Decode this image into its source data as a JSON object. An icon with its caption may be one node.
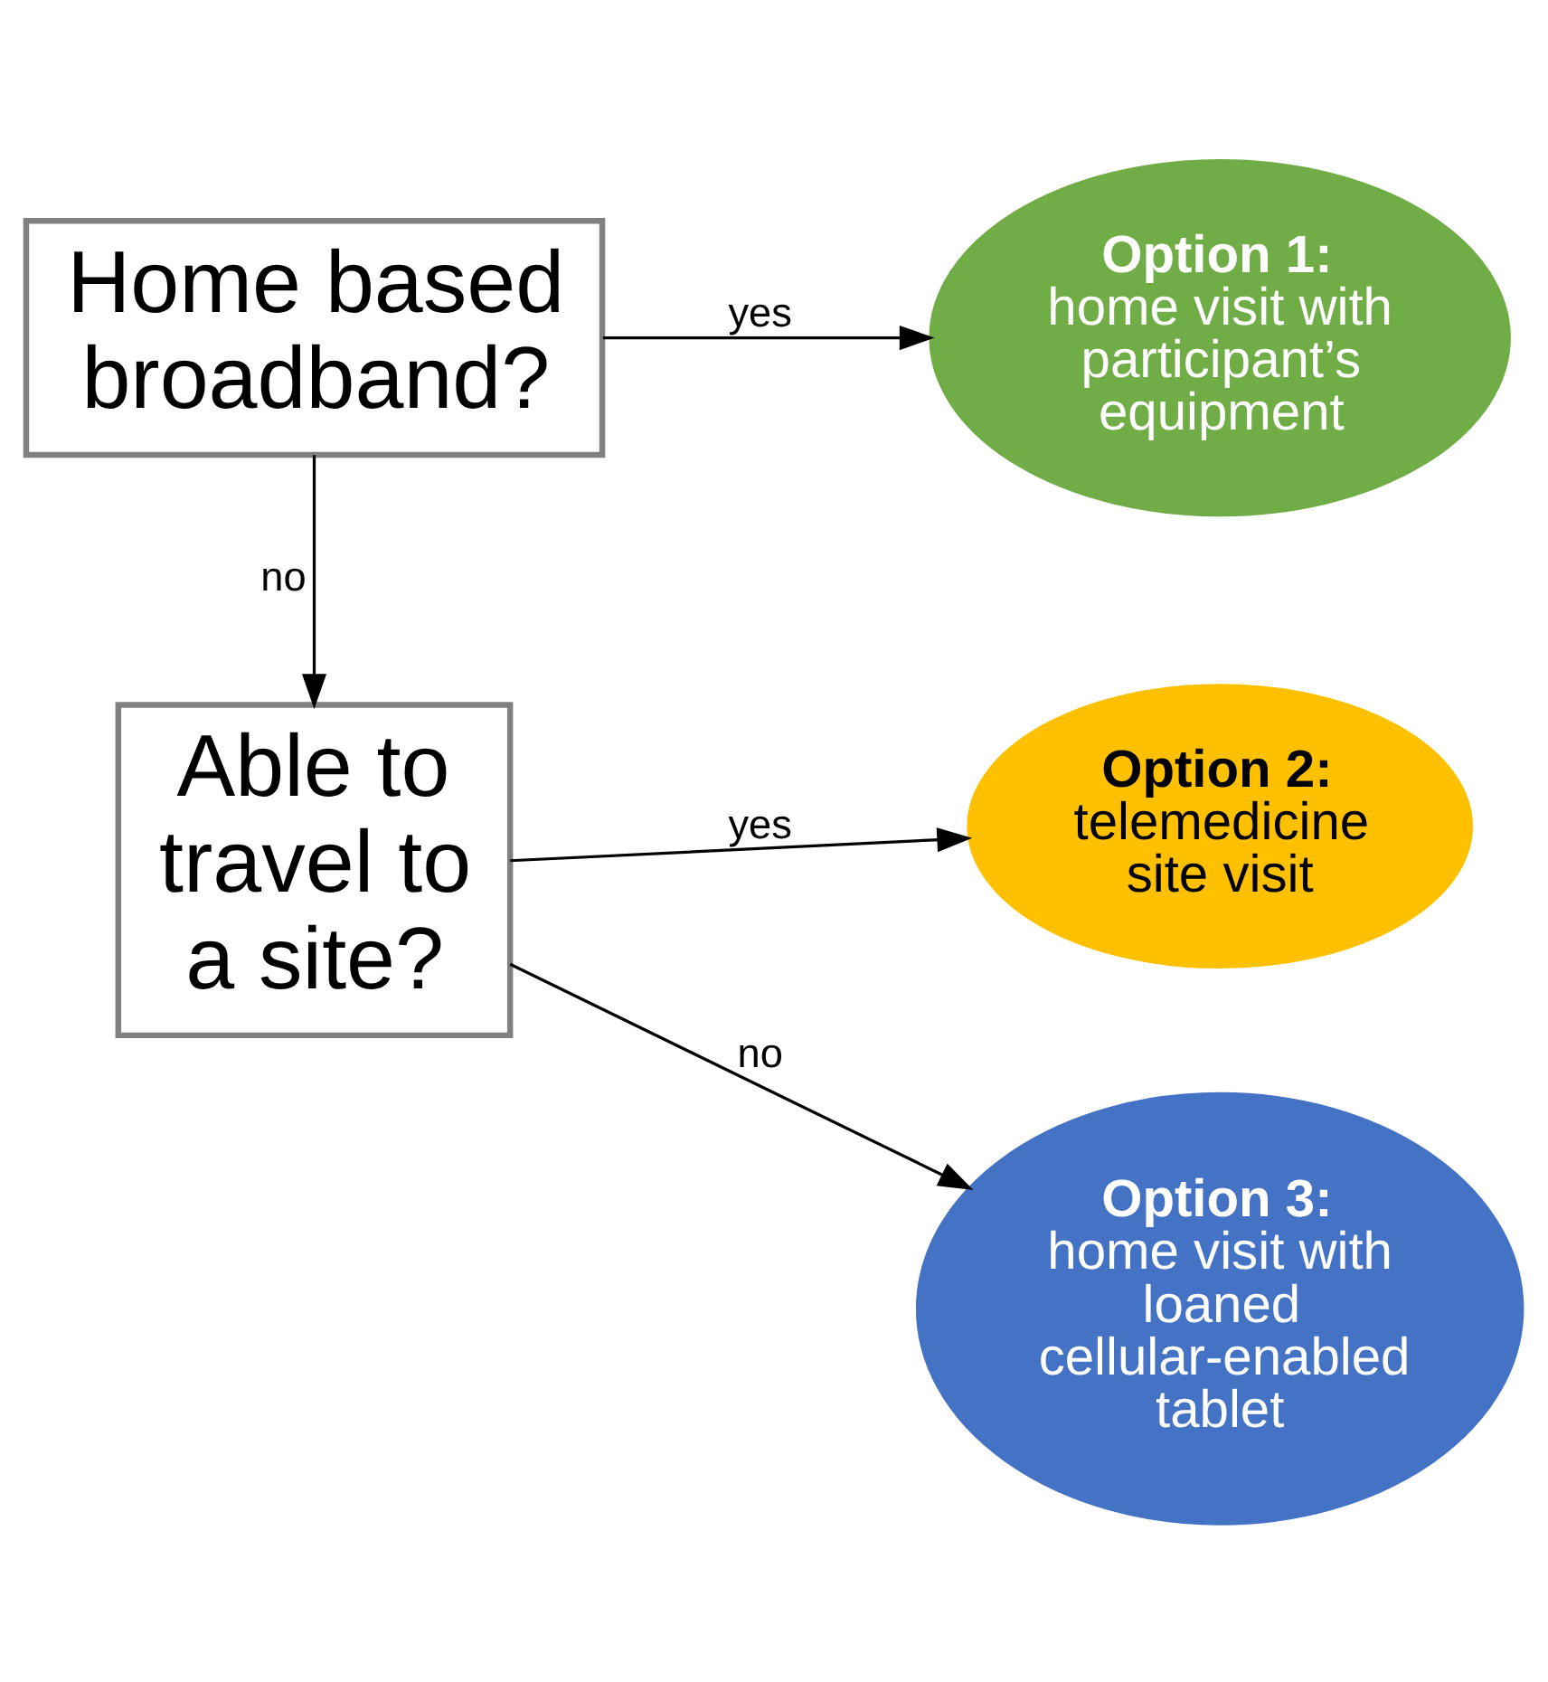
{
  "diagram": {
    "nodes": [
      {
        "text": [
          "Home based broadband?"
        ]
      },
      {
        "text": [
          "Option 1:",
          "home visit with participant’s equipment"
        ]
      },
      {
        "text": [
          "Able to travel to a site?"
        ]
      },
      {
        "text": [
          "Option 2:",
          "telemedicine site visit"
        ]
      },
      {
        "text": [
          "Option 3:",
          "home visit with loaned cellular-enabled tablet"
        ]
      }
    ],
    "edges": [
      {
        "from": 0,
        "to": 1,
        "arrow": "to",
        "label": "yes"
      },
      {
        "from": 0,
        "to": 2,
        "arrow": "to",
        "label": "no"
      },
      {
        "from": 2,
        "to": 3,
        "arrow": "to",
        "label": "yes"
      },
      {
        "from": 2,
        "to": 4,
        "arrow": "to",
        "label": "no"
      }
    ]
  }
}
